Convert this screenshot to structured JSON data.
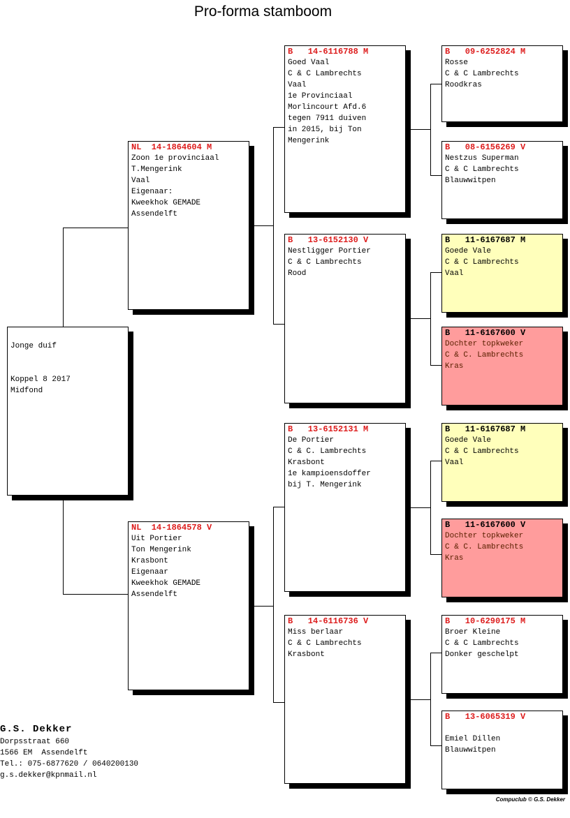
{
  "title": "Pro-forma stamboom",
  "subject": {
    "lines": [
      "Jonge duif",
      "",
      "",
      "Koppel 8 2017",
      "Midfond"
    ]
  },
  "sire": {
    "ring": "NL  14-1864604 M",
    "lines": [
      "Zoon 1e provinciaal",
      "T.Mengerink",
      "Vaal",
      "Eigenaar:",
      "Kweekhok GEMADE",
      "Assendelft"
    ]
  },
  "dam": {
    "ring": "NL  14-1864578 V",
    "lines": [
      "Uit Portier",
      "Ton Mengerink",
      "Krasbont",
      "Eigenaar",
      "Kweekhok GEMADE",
      "Assendelft"
    ]
  },
  "sire_sire": {
    "ring": "B   14-6116788 M",
    "lines": [
      "Goed Vaal",
      "C & C Lambrechts",
      "Vaal",
      "1e Provinciaal",
      "Morlincourt Afd.6",
      "tegen 7911 duiven",
      "in 2015, bij Ton",
      "Mengerink"
    ]
  },
  "sire_dam": {
    "ring": "B   13-6152130 V",
    "lines": [
      "Nestligger Portier",
      "C & C Lambrechts",
      "Rood"
    ]
  },
  "dam_sire": {
    "ring": "B   13-6152131 M",
    "lines": [
      "De Portier",
      "C & C. Lambrechts",
      "Krasbont",
      "1e kampioensdoffer",
      "bij T. Mengerink"
    ]
  },
  "dam_dam": {
    "ring": "B   14-6116736 V",
    "lines": [
      "Miss berlaar",
      "C & C Lambrechts",
      "Krasbont"
    ]
  },
  "ggp": [
    {
      "ring": "B   09-6252824 M",
      "lines": [
        "Rosse",
        "C & C Lambrechts",
        "Roodkras"
      ],
      "color": "white"
    },
    {
      "ring": "B   08-6156269 V",
      "lines": [
        "Nestzus Superman",
        "C & C Lambrechts",
        "Blauwwitpen"
      ],
      "color": "white"
    },
    {
      "ring": "B   11-6167687 M",
      "lines": [
        "Goede Vale",
        "C & C Lambrechts",
        "Vaal"
      ],
      "color": "yellow"
    },
    {
      "ring": "B   11-6167600 V",
      "lines": [
        "Dochter topkweker",
        "C & C. Lambrechts",
        "Kras"
      ],
      "color": "red"
    },
    {
      "ring": "B   11-6167687 M",
      "lines": [
        "Goede Vale",
        "C & C Lambrechts",
        "Vaal"
      ],
      "color": "yellow"
    },
    {
      "ring": "B   11-6167600 V",
      "lines": [
        "Dochter topkweker",
        "C & C. Lambrechts",
        "Kras"
      ],
      "color": "red"
    },
    {
      "ring": "B   10-6290175 M",
      "lines": [
        "Broer Kleine",
        "C & C Lambrechts",
        "Donker geschelpt"
      ],
      "color": "white"
    },
    {
      "ring": "B   13-6065319 V",
      "lines": [
        "",
        "Emiel Dillen",
        "Blauwwitpen"
      ],
      "color": "white"
    }
  ],
  "owner": {
    "name": "G.S. Dekker",
    "lines": [
      "Dorpsstraat 660",
      "1566 EM  Assendelft",
      "Tel.: 075-6877620 / 0640200130",
      "g.s.dekker@kpnmail.nl"
    ]
  },
  "credit": "Compuclub © G.S. Dekker"
}
